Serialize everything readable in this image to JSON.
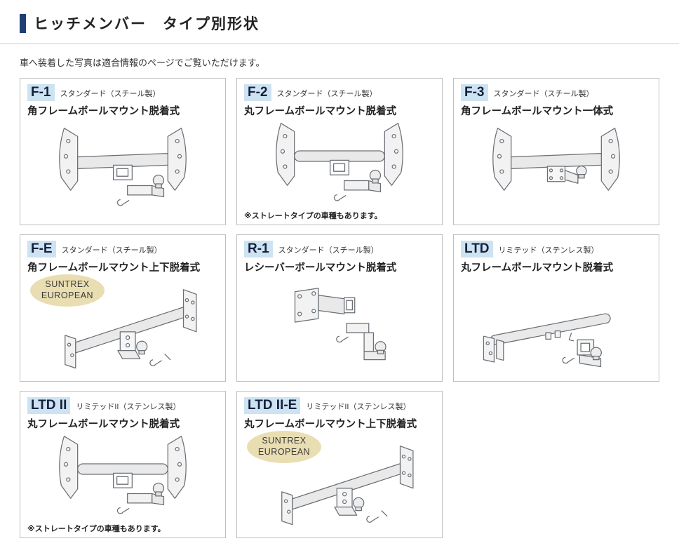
{
  "page": {
    "title": "ヒッチメンバー　タイプ別形状",
    "subtitle": "車へ装着した写真は適合情報のページでご覧いただけます。"
  },
  "colors": {
    "accent": "#1c3e73",
    "code_highlight": "#cde3f2",
    "euro_badge_bg": "#e9ddb2",
    "card_border": "#bfbfbf"
  },
  "cards": [
    {
      "code": "F-1",
      "grade": "スタンダード（スチール製）",
      "name": "角フレームボールマウント脱着式",
      "illustration": "square-frame-ball-mount-detachable"
    },
    {
      "code": "F-2",
      "grade": "スタンダード（スチール製）",
      "name": "丸フレームボールマウント脱着式",
      "note": "※ストレートタイプの車種もあります。",
      "illustration": "round-frame-ball-mount-detachable"
    },
    {
      "code": "F-3",
      "grade": "スタンダード（スチール製）",
      "name": "角フレームボールマウント一体式",
      "illustration": "square-frame-ball-mount-integrated"
    },
    {
      "code": "F-E",
      "grade": "スタンダード（スチール製）",
      "name": "角フレームボールマウント上下脱着式",
      "euro_badge": {
        "line1": "SUNTREX",
        "line2": "EUROPEAN"
      },
      "illustration": "square-frame-ball-mount-vertical-detachable"
    },
    {
      "code": "R-1",
      "grade": "スタンダード（スチール製）",
      "name": "レシーバーボールマウント脱着式",
      "illustration": "receiver-ball-mount-detachable"
    },
    {
      "code": "LTD",
      "grade": "リミテッド（ステンレス製）",
      "name": "丸フレームボールマウント脱着式",
      "illustration": "round-tube-ball-mount-detachable"
    },
    {
      "code": "LTD II",
      "grade": "リミテッドII（ステンレス製）",
      "name": "丸フレームボールマウント脱着式",
      "note": "※ストレートタイプの車種もあります。",
      "illustration": "round-frame-ball-mount-detachable"
    },
    {
      "code": "LTD II-E",
      "grade": "リミテッドII（ステンレス製）",
      "name": "丸フレームボールマウント上下脱着式",
      "euro_badge": {
        "line1": "SUNTREX",
        "line2": "EUROPEAN"
      },
      "illustration": "round-frame-ball-mount-vertical-detachable"
    }
  ]
}
